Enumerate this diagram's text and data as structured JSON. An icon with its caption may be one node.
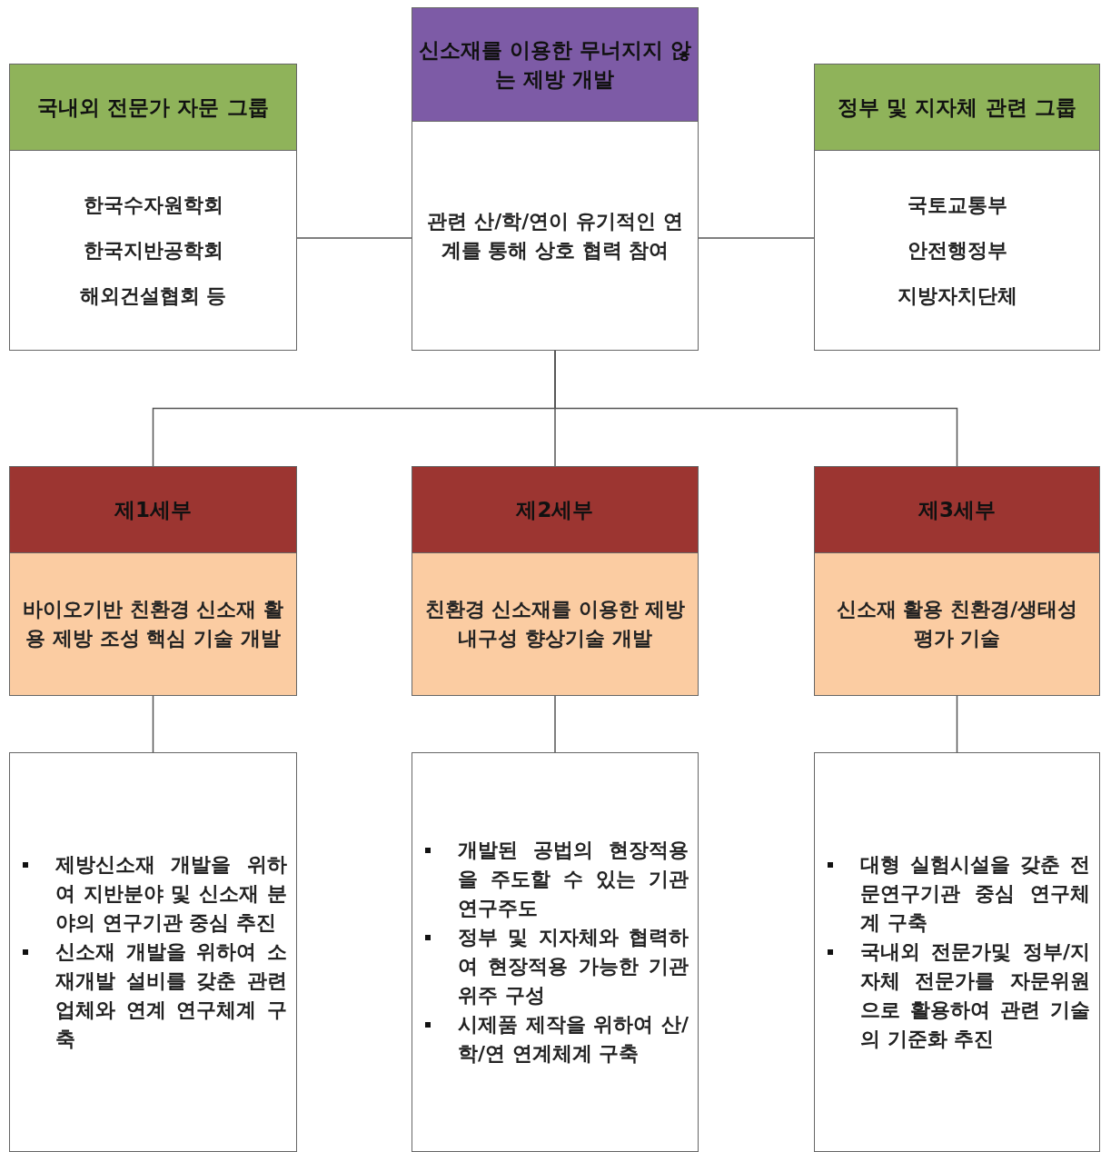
{
  "diagram": {
    "nodes": [
      {
        "text": [
          "국내외 전문가 자문 그룹",
          "한국수자원학회",
          "한국지반공학회",
          "해외건설협회 등"
        ]
      },
      {
        "text": [
          "신소재를 이용한 무너지지 않는 제방 개발",
          "관련 산/학/연이 유기적인 연계를 통해 상호 협력 참여"
        ]
      },
      {
        "text": [
          "정부 및 지자체 관련 그룹",
          "국토교통부",
          "안전행정부",
          "지방자치단체"
        ]
      },
      {
        "text": [
          "제1세부",
          "바이오기반 친환경 신소재 활용 제방 조성 핵심 기술 개발"
        ]
      },
      {
        "text": [
          "제2세부",
          "친환경 신소재를 이용한 제방내구성 향상기술 개발"
        ]
      },
      {
        "text": [
          "제3세부",
          "신소재 활용 친환경/생태성 평가 기술"
        ]
      },
      {
        "text": [
          "제방신소재 개발을 위하여 지반분야 및 신소재 분야의 연구기관 중심 추진",
          "신소재 개발을 위하여 소재개발 설비를 갖춘 관련 업체와 연계 연구체계 구축"
        ]
      },
      {
        "text": [
          "개발된 공법의 현장적용을 주도할 수 있는 기관 연구주도",
          "정부 및 지자체와 협력하여 현장적용 가능한 기관 위주 구성",
          "시제품 제작을 위하여 산/학/연 연계체계 구축"
        ]
      },
      {
        "text": [
          "대형 실험시설을 갖춘 전문연구기관 중심 연구체계 구축",
          "국내외 전문가및 정부/지자체 전문가를 자문위원으로 활용하여 관련 기술의 기준화 추진"
        ]
      }
    ],
    "edges": [
      {
        "from": 1,
        "to": 0,
        "arrow": "none"
      },
      {
        "from": 1,
        "to": 2,
        "arrow": "none"
      },
      {
        "from": 1,
        "to": 3,
        "arrow": "none"
      },
      {
        "from": 1,
        "to": 4,
        "arrow": "none"
      },
      {
        "from": 1,
        "to": 5,
        "arrow": "none"
      },
      {
        "from": 3,
        "to": 6,
        "arrow": "none"
      },
      {
        "from": 4,
        "to": 7,
        "arrow": "none"
      },
      {
        "from": 5,
        "to": 8,
        "arrow": "none"
      }
    ]
  }
}
